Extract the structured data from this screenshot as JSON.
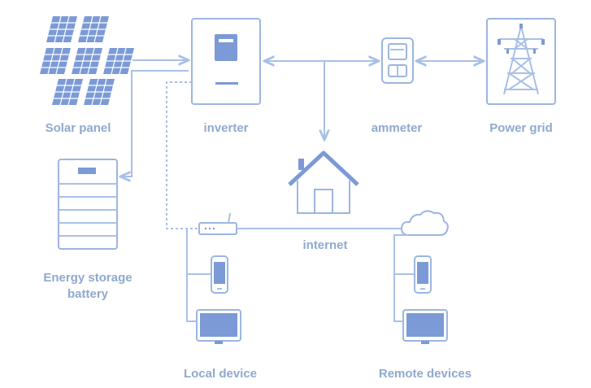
{
  "labels": {
    "solar_panel": "Solar panel",
    "inverter": "inverter",
    "ammeter": "ammeter",
    "power_grid": "Power grid",
    "energy_storage_battery": "Energy storage battery",
    "internet": "internet",
    "local_device": "Local device",
    "remote_devices": "Remote devices"
  },
  "colors": {
    "line": "#a8c0e6",
    "icon_fill": "#7b9ad6",
    "label": "#8fa9cf"
  }
}
